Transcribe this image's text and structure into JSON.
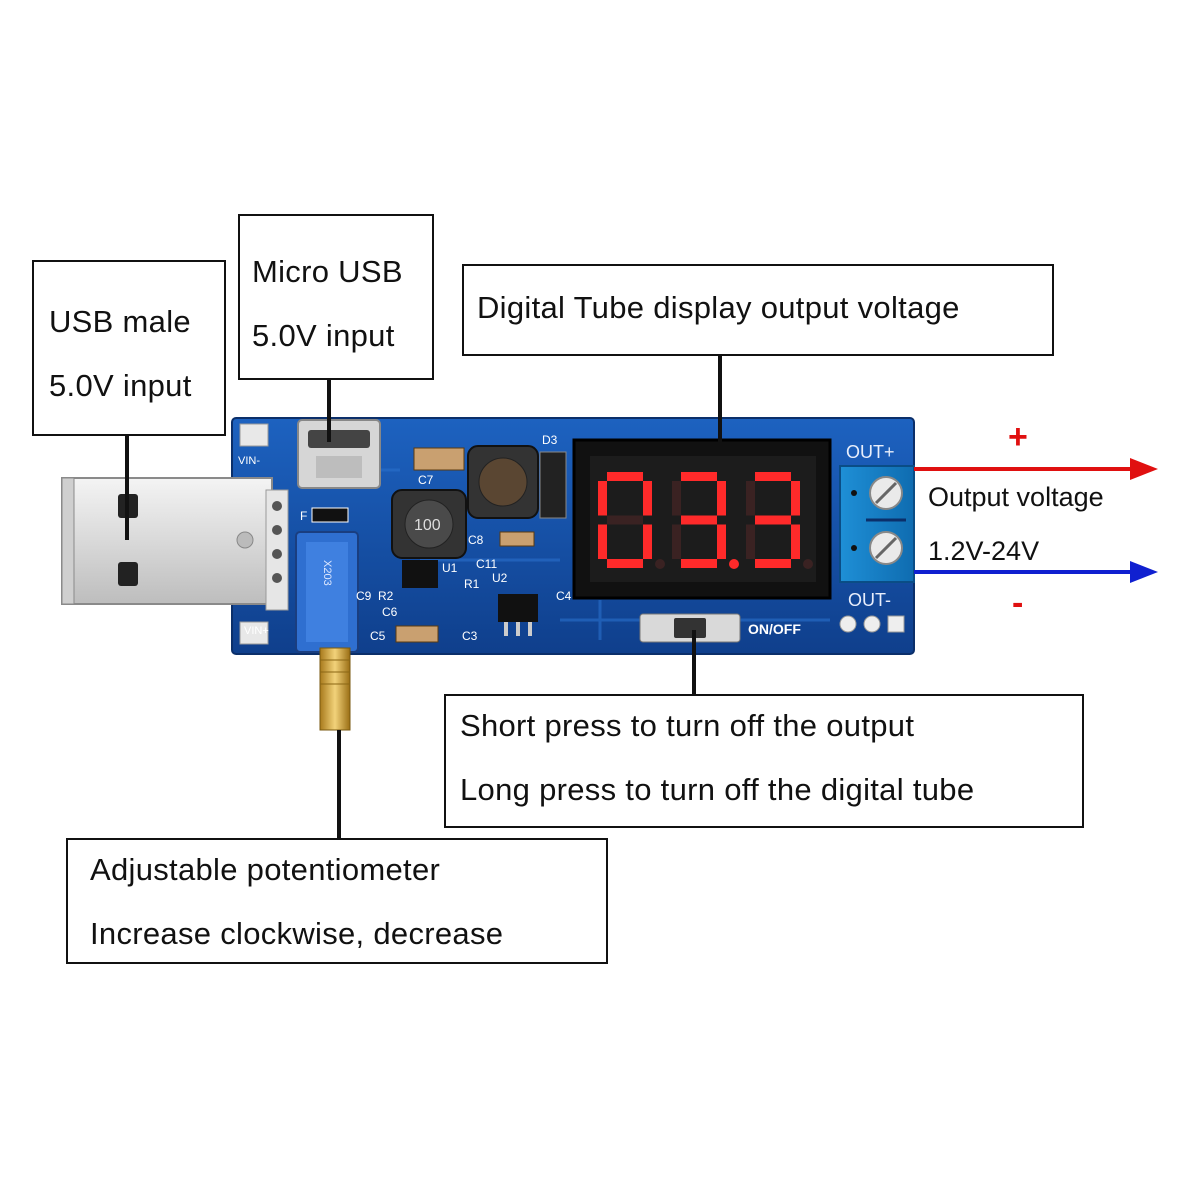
{
  "callouts": {
    "usb_male": {
      "line1": "USB male",
      "line2": "5.0V input"
    },
    "micro_usb": {
      "line1": "Micro USB",
      "line2": "5.0V input"
    },
    "display": {
      "line1": "Digital Tube display output voltage"
    },
    "button": {
      "line1": "Short press to turn off the output",
      "line2": "Long press to turn off the digital tube"
    },
    "potentiometer": {
      "line1": "Adjustable potentiometer",
      "line2": "Increase clockwise, decrease"
    }
  },
  "output": {
    "plus_sign": "+",
    "minus_sign": "-",
    "label1": "Output voltage",
    "label2": "1.2V-24V",
    "plus_color": "#e01010",
    "minus_color": "#1020d0"
  },
  "board": {
    "display_value": "03.3",
    "silkscreen": {
      "out_plus": "OUT+",
      "out_minus": "OUT-",
      "on_off": "ON/OFF",
      "vin_minus": "VIN-",
      "vin_plus": "VIN+",
      "d3": "D3",
      "c7": "C7",
      "c8": "C8",
      "c11": "C11",
      "u1": "U1",
      "u2": "U2",
      "r1": "R1",
      "r2": "R2",
      "c3": "C3",
      "c4": "C4",
      "c5": "C5",
      "c6": "C6",
      "c9": "C9",
      "f": "F",
      "inductor": "100",
      "pot_code": "X203"
    },
    "pcb_color": "#1550a8",
    "display_digit_color": "#ff2a2a"
  }
}
